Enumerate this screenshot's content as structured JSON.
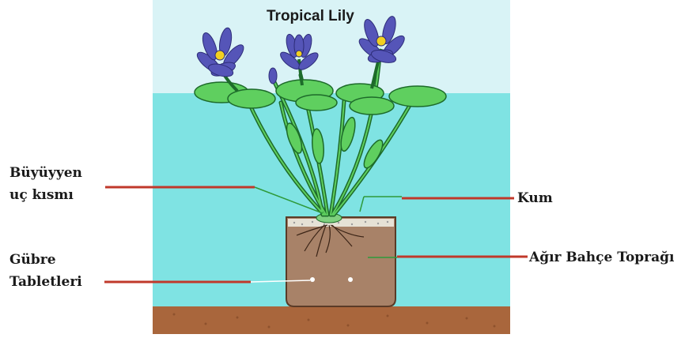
{
  "title": "Tropical Lily",
  "labels": {
    "growing_tip_line1": "Büyüyyen",
    "growing_tip_line2": "uç kısmı",
    "fertilizer_line1": "Gübre",
    "fertilizer_line2": "Tabletleri",
    "sand": "Kum",
    "soil": "Ağır Bahçe Toprağı"
  },
  "colors": {
    "sky": "#d9f3f6",
    "water": "#7fe3e3",
    "ground": "#a9663c",
    "pot": "#a88268",
    "leaf": "#5fcf5f",
    "leaf_dark": "#1d6b2a",
    "flower": "#5555b8",
    "label_line": "#c0392b"
  }
}
